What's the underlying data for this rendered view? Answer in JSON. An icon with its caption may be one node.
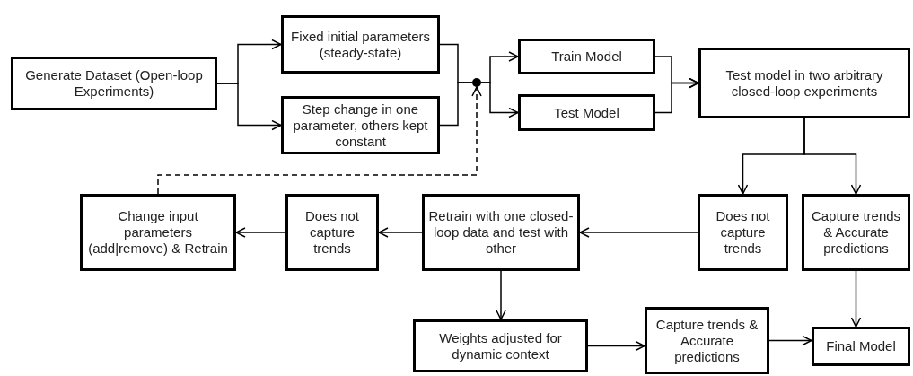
{
  "diagram": {
    "nodes": [
      {
        "text": [
          "Generate Dataset (Open-loop Experiments)"
        ]
      },
      {
        "text": [
          "Fixed initial parameters (steady-state)"
        ]
      },
      {
        "text": [
          "Step change in one parameter, others kept constant"
        ]
      },
      {
        "text": [],
        "shape": "circle"
      },
      {
        "text": [
          "Train Model"
        ]
      },
      {
        "text": [
          "Test Model"
        ]
      },
      {
        "text": [
          "Test model in two arbitrary closed-loop experiments"
        ]
      },
      {
        "text": [
          "Change input parameters (add|remove) & Retrain"
        ]
      },
      {
        "text": [
          "Does not capture trends"
        ]
      },
      {
        "text": [
          "Retrain with one closed-loop data and test with other"
        ]
      },
      {
        "text": [
          "Does not capture trends"
        ]
      },
      {
        "text": [
          "Capture trends & Accurate predictions"
        ]
      },
      {
        "text": [
          "Weights adjusted for dynamic context"
        ]
      },
      {
        "text": [
          "Capture trends & Accurate predictions"
        ]
      },
      {
        "text": [
          "Final Model"
        ]
      }
    ],
    "edges": [
      {
        "from": 0,
        "to": 1,
        "arrow": "to"
      },
      {
        "from": 0,
        "to": 2,
        "arrow": "to"
      },
      {
        "from": 1,
        "to": 3,
        "arrow": "none"
      },
      {
        "from": 2,
        "to": 3,
        "arrow": "none"
      },
      {
        "from": 3,
        "to": 4,
        "arrow": "to"
      },
      {
        "from": 3,
        "to": 5,
        "arrow": "to"
      },
      {
        "from": 4,
        "to": 6,
        "arrow": "to"
      },
      {
        "from": 5,
        "to": 6,
        "arrow": "to"
      },
      {
        "from": 6,
        "to": 10,
        "arrow": "to"
      },
      {
        "from": 6,
        "to": 11,
        "arrow": "to"
      },
      {
        "from": 10,
        "to": 9,
        "arrow": "to"
      },
      {
        "from": 9,
        "to": 8,
        "arrow": "to"
      },
      {
        "from": 8,
        "to": 7,
        "arrow": "to"
      },
      {
        "from": 7,
        "to": 3,
        "arrow": "to",
        "style": "dashed"
      },
      {
        "from": 9,
        "to": 12,
        "arrow": "to"
      },
      {
        "from": 12,
        "to": 13,
        "arrow": "to"
      },
      {
        "from": 13,
        "to": 14,
        "arrow": "to"
      },
      {
        "from": 11,
        "to": 14,
        "arrow": "to"
      }
    ]
  }
}
